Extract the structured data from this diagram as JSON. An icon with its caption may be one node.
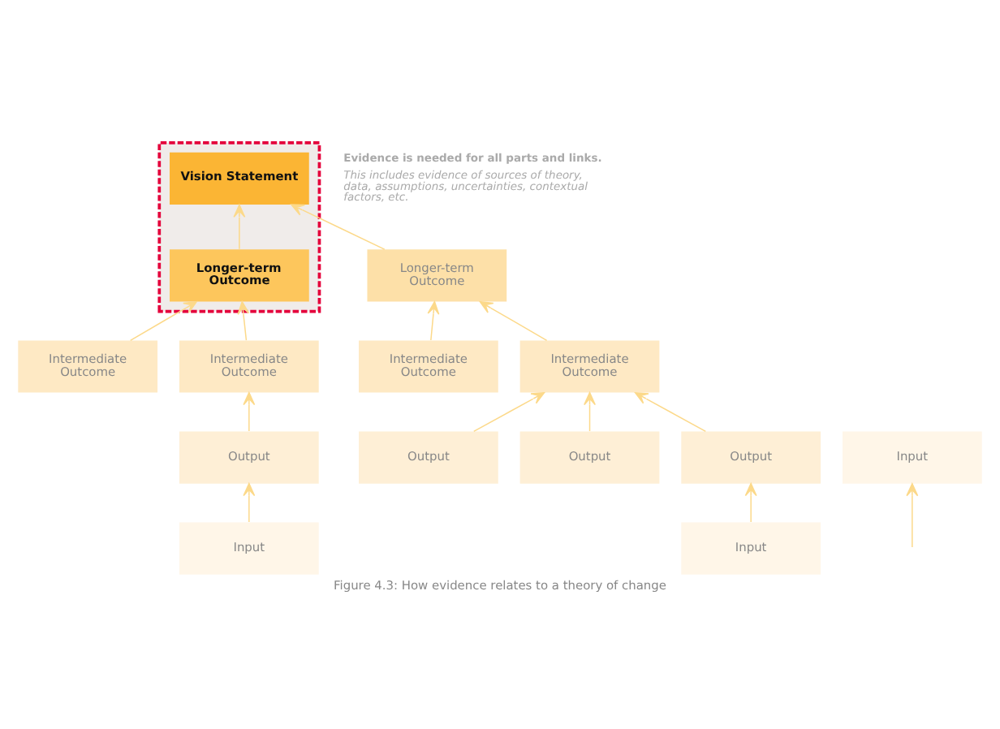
{
  "diagram": {
    "caption": "Figure 4.3: How evidence relates to a theory of change",
    "nodes": [
      {
        "text": [],
        "shape": "box"
      },
      {
        "text": [
          "Vision Statement"
        ],
        "in": 0
      },
      {
        "text": [
          "Longer-term Outcome"
        ]
      },
      {
        "text": [
          "Longer-term Outcome"
        ],
        "in": 0
      },
      {
        "text": [
          "Intermediate Outcome"
        ]
      },
      {
        "text": [
          "Intermediate Outcome"
        ]
      },
      {
        "text": [
          "Intermediate Outcome"
        ]
      },
      {
        "text": [
          "Intermediate Outcome"
        ]
      },
      {
        "text": [
          "Output"
        ]
      },
      {
        "text": [
          "Output"
        ]
      },
      {
        "text": [
          "Output"
        ]
      },
      {
        "text": [
          "Output"
        ]
      },
      {
        "text": [
          "Input"
        ]
      },
      {
        "text": [
          "Input"
        ]
      },
      {
        "text": [
          "Input"
        ]
      }
    ],
    "edges": [
      {
        "from": 2,
        "to": 1,
        "arrow": "to"
      },
      {
        "from": 3,
        "to": 1,
        "arrow": "to"
      },
      {
        "from": 4,
        "to": 2,
        "arrow": "to"
      },
      {
        "from": 5,
        "to": 2,
        "arrow": "to"
      },
      {
        "from": 6,
        "to": 3,
        "arrow": "to"
      },
      {
        "from": 7,
        "to": 3,
        "arrow": "to"
      },
      {
        "from": 8,
        "to": 5,
        "arrow": "to"
      },
      {
        "from": 9,
        "to": 5,
        "arrow": "to"
      },
      {
        "from": 10,
        "to": 5,
        "arrow": "to"
      },
      {
        "from": 11,
        "to": 7,
        "arrow": "to"
      },
      {
        "from": 13,
        "to": 10,
        "arrow": "to"
      },
      {
        "from": 14,
        "to": 11,
        "arrow": "to"
      },
      {
        "from": null,
        "to": 12,
        "arrow": "to"
      }
    ],
    "labels": [
      "Evidence is needed for all parts and links.",
      "This includes evidence of sources of theory, data, assumptions, uncertainties, contextual factors, etc."
    ]
  }
}
